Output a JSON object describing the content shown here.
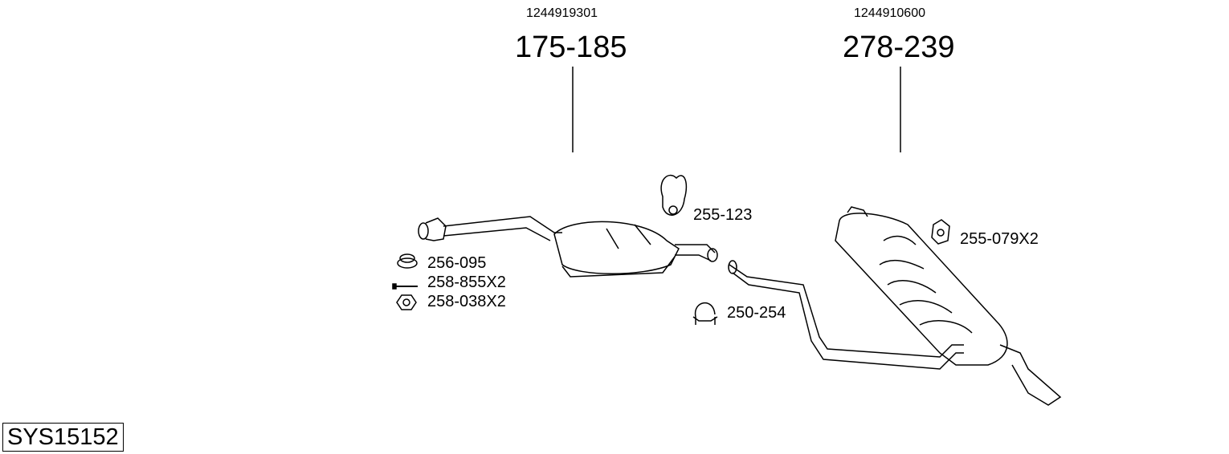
{
  "parts": [
    {
      "oe_number": "1244919301",
      "part_number": "175-185"
    },
    {
      "oe_number": "1244910600",
      "part_number": "278-239"
    }
  ],
  "accessories": [
    {
      "label": "255-123",
      "icon": "rubber-hanger-icon"
    },
    {
      "label": "255-079X2",
      "icon": "hanger-bracket-icon"
    },
    {
      "label": "256-095",
      "icon": "sealing-ring-icon"
    },
    {
      "label": "258-855X2",
      "icon": "bolt-icon"
    },
    {
      "label": "258-038X2",
      "icon": "nut-icon"
    },
    {
      "label": "250-254",
      "icon": "pipe-clamp-icon"
    }
  ],
  "system_id": "SYS15152"
}
